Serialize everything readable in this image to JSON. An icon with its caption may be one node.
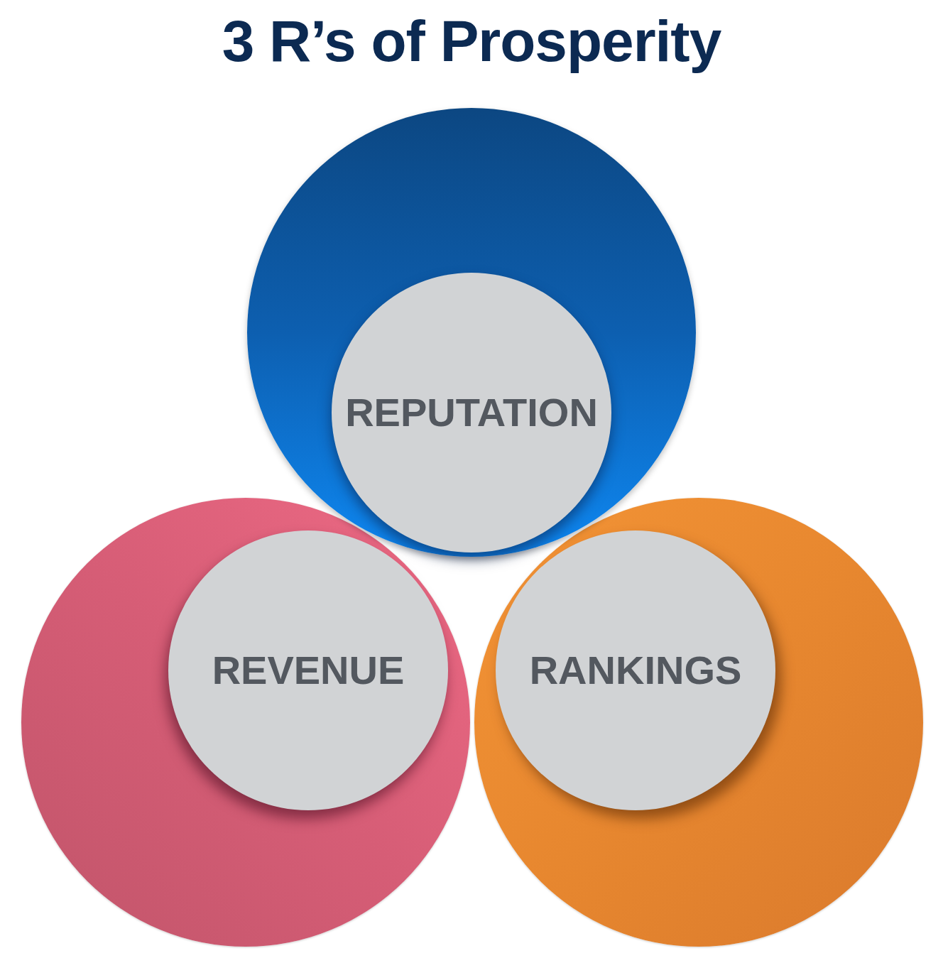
{
  "diagram": {
    "title": "3 R’s of Prosperity",
    "nodes": [
      {
        "text": [],
        "shape": "circle"
      },
      {
        "text": [
          "REPUTATION"
        ],
        "in": 0
      },
      {
        "text": [],
        "shape": "circle"
      },
      {
        "text": [
          "REVENUE"
        ],
        "in": 2
      },
      {
        "text": [],
        "shape": "circle"
      },
      {
        "text": [
          "RANKINGS"
        ],
        "in": 4
      }
    ]
  }
}
